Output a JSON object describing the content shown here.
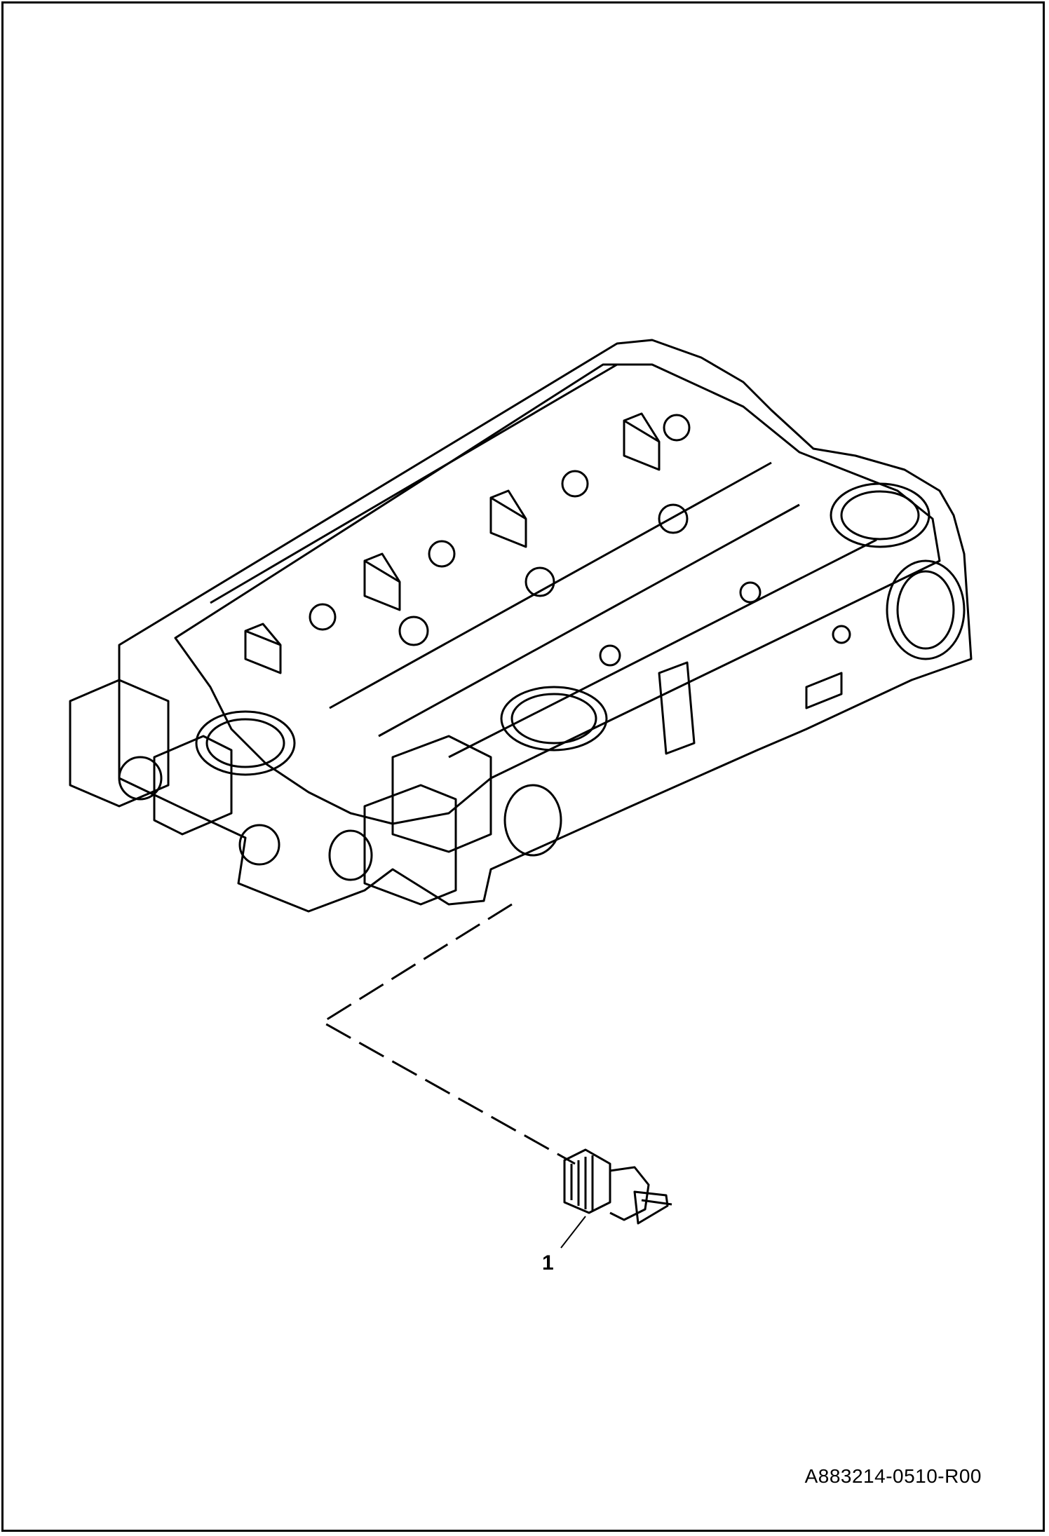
{
  "drawing": {
    "callout_label": "1",
    "drawing_id": "A883214-0510-R00",
    "parts": [
      {
        "name": "cylinder-head",
        "icon": "cylinder-head-icon"
      },
      {
        "name": "temperature-sensor",
        "icon": "sensor-icon"
      }
    ],
    "line_color": "#000000",
    "background": "#ffffff"
  }
}
